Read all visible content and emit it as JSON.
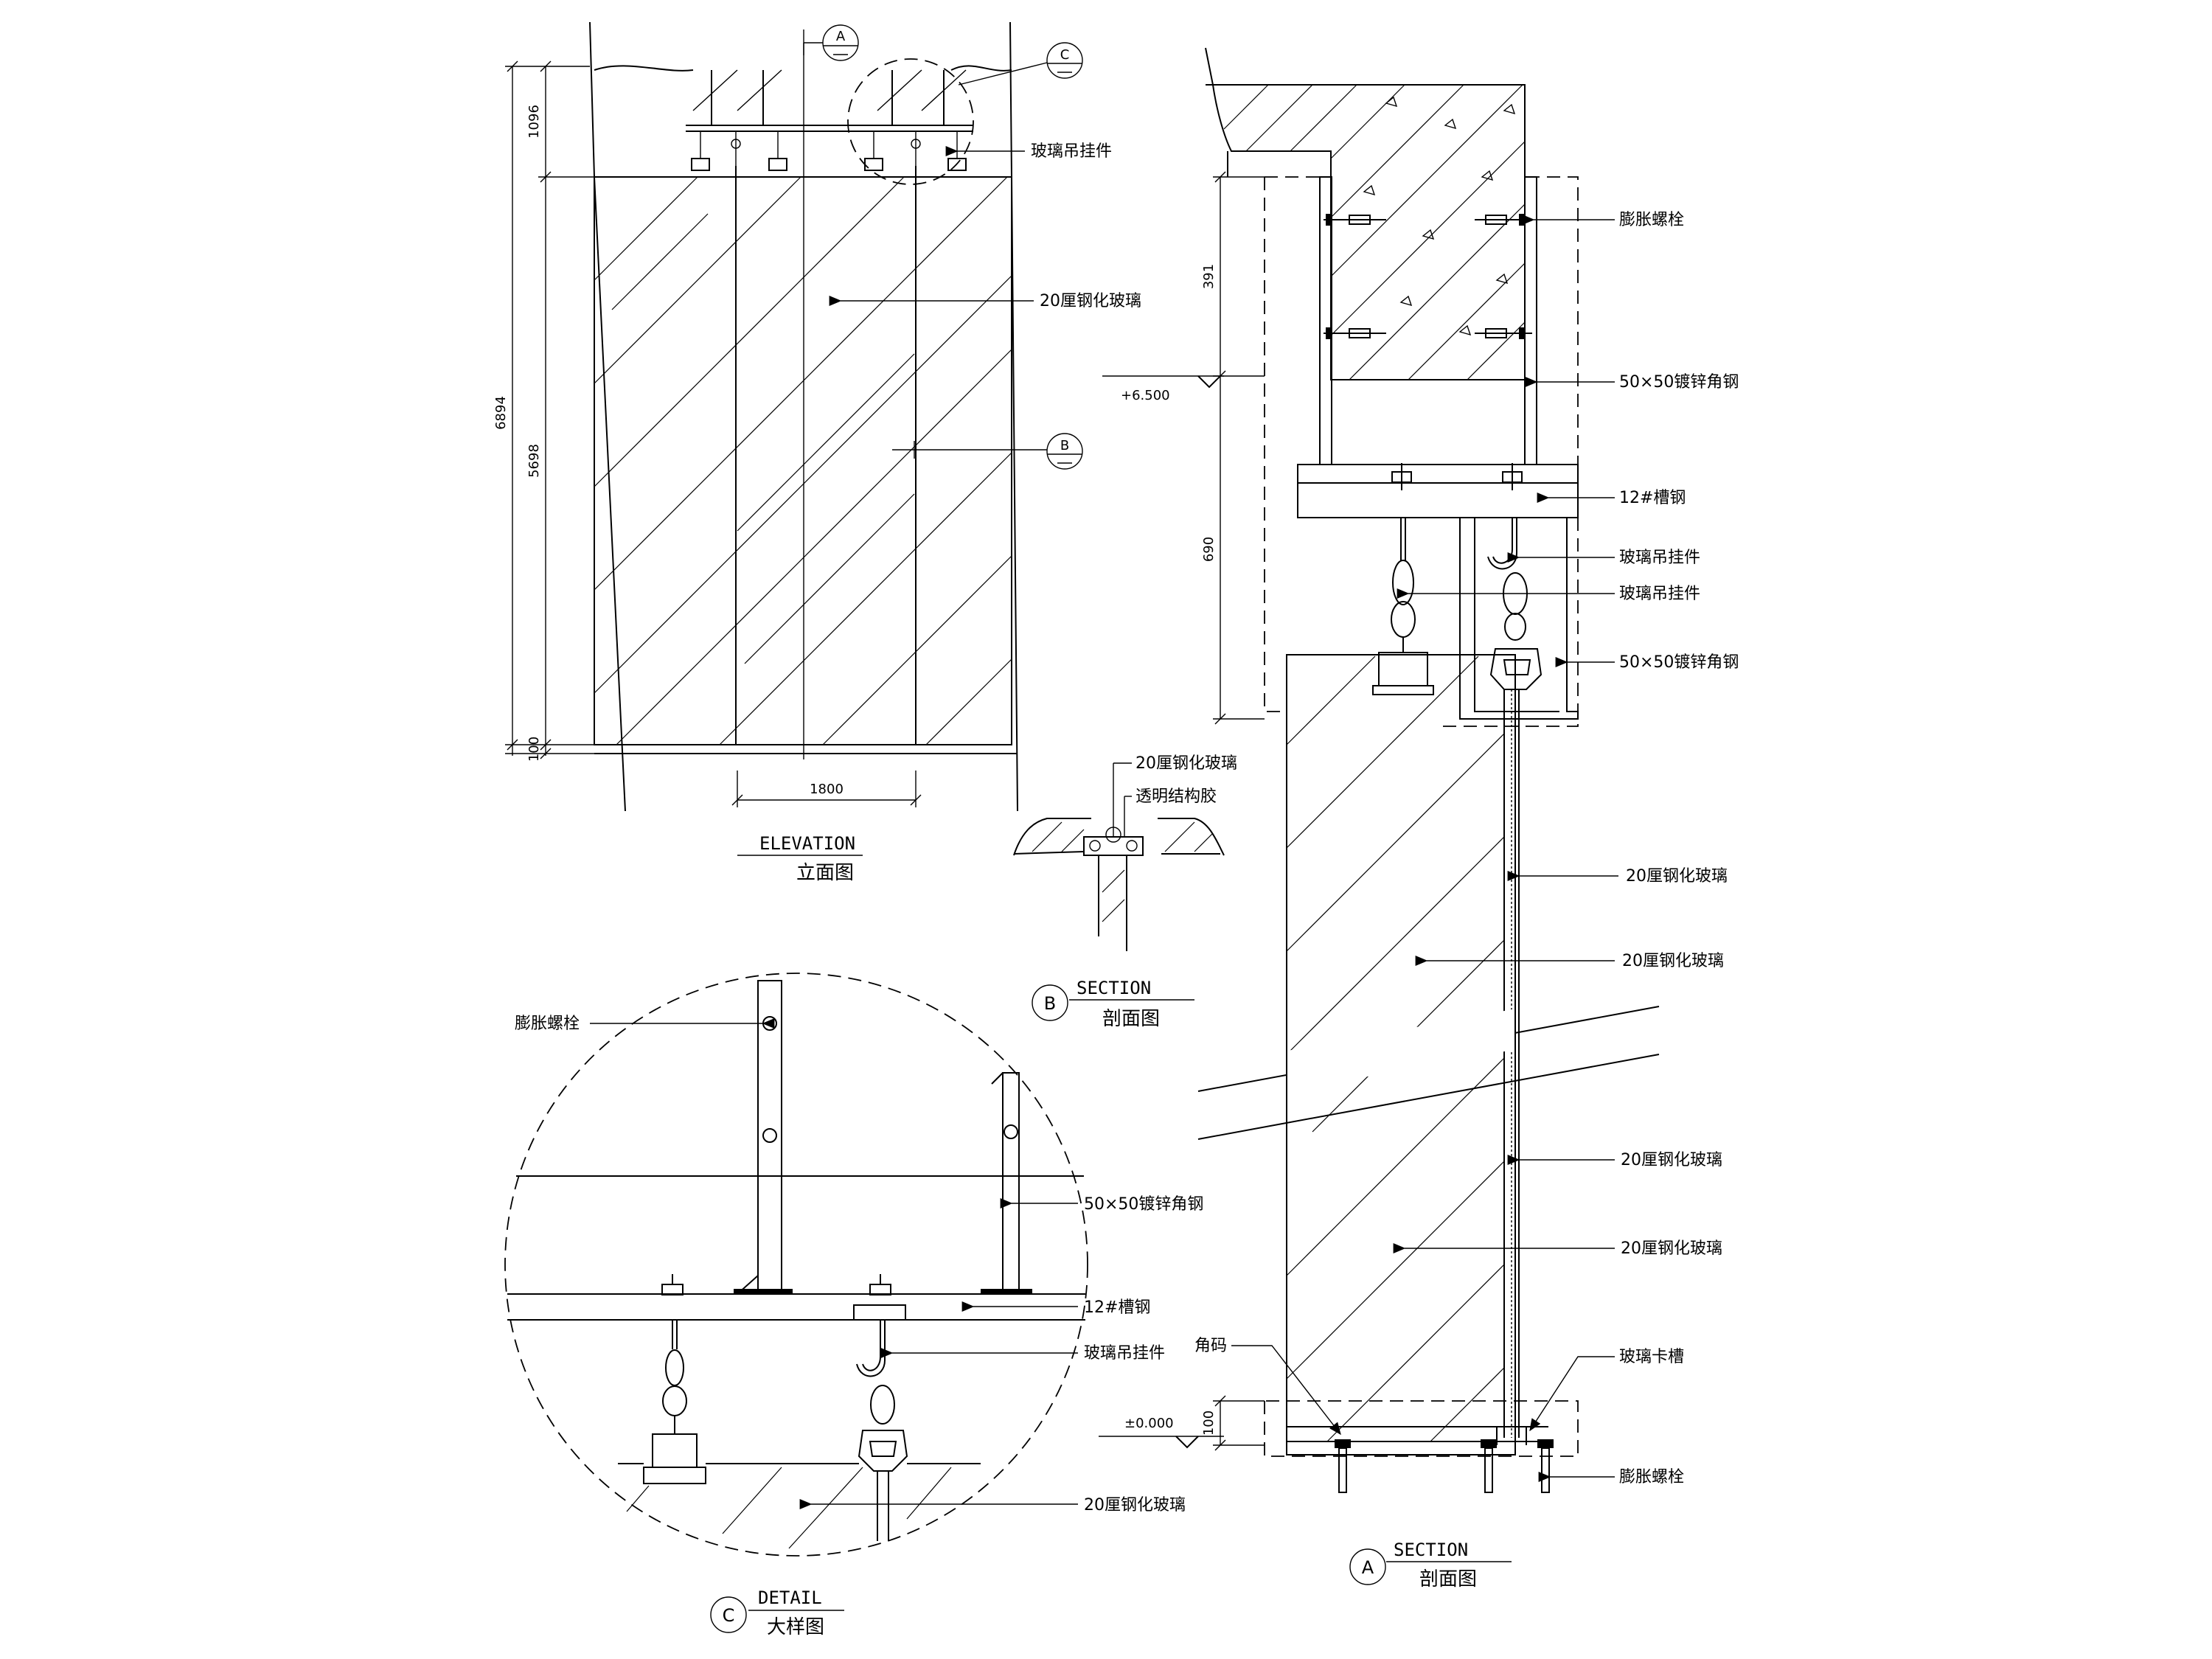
{
  "elevation": {
    "title_en": "ELEVATION",
    "title_cn": "立面图",
    "dims": {
      "total": "6894",
      "top": "1096",
      "middle": "5698",
      "bottom": "100",
      "width": "1800"
    },
    "labels": {
      "glass_hanger": "玻璃吊挂件",
      "tempered_glass": "20厘钢化玻璃"
    },
    "callouts": {
      "a": "A",
      "b": "B",
      "c": "C"
    }
  },
  "section_b": {
    "marker": "B",
    "title_en": "SECTION",
    "title_cn": "剖面图",
    "labels": {
      "tempered_glass": "20厘钢化玻璃",
      "structural_sealant": "透明结构胶"
    }
  },
  "detail_c": {
    "marker": "C",
    "title_en": "DETAIL",
    "title_cn": "大样图",
    "labels": {
      "expansion_bolt": "膨胀螺栓",
      "angle_steel": "50×50镀锌角钢",
      "channel_steel": "12#槽钢",
      "glass_hanger": "玻璃吊挂件",
      "tempered_glass": "20厘钢化玻璃"
    }
  },
  "section_a": {
    "marker": "A",
    "title_en": "SECTION",
    "title_cn": "剖面图",
    "dims": {
      "upper": "391",
      "lower": "690",
      "base": "100"
    },
    "levels": {
      "top": "+6.500",
      "bottom": "±0.000"
    },
    "labels": {
      "expansion_bolt_top": "膨胀螺栓",
      "angle_steel_1": "50×50镀锌角钢",
      "channel_steel": "12#槽钢",
      "glass_hanger_1": "玻璃吊挂件",
      "glass_hanger_2": "玻璃吊挂件",
      "angle_steel_2": "50×50镀锌角钢",
      "glass_1": "20厘钢化玻璃",
      "glass_2": "20厘钢化玻璃",
      "glass_3": "20厘钢化玻璃",
      "glass_4": "20厘钢化玻璃",
      "corner_code": "角码",
      "glass_slot": "玻璃卡槽",
      "expansion_bolt_bottom": "膨胀螺栓"
    }
  }
}
